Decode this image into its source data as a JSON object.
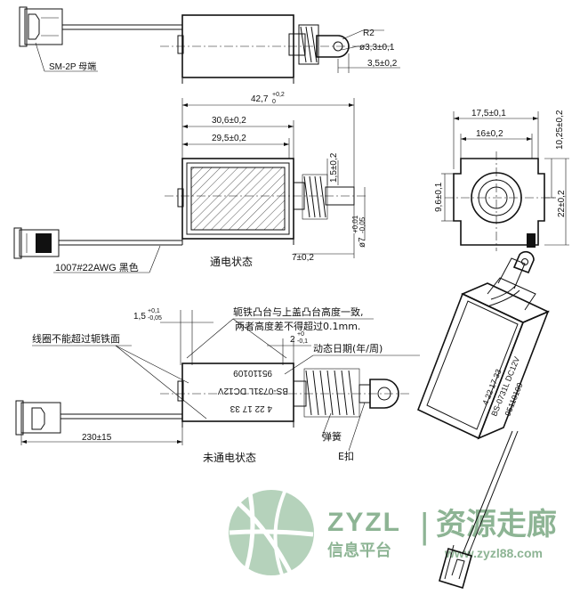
{
  "top_view": {
    "connector_label": "SM-2P 母端",
    "radius_label": "R2",
    "hole_label": "ø3,3±0,1",
    "hole_offset_label": "3,5±0,2"
  },
  "front_view": {
    "dim_overall_label": "42,7",
    "dim_overall_tol_label": "+0,2",
    "dim_overall_tol_lower_label": "0",
    "dim_frame_label": "30,6±0,2",
    "dim_coil_label": "29,5±0,2",
    "dim_stroke_label": "1,5±0,2",
    "dim_plunger_dia_label": "ø7",
    "dim_plunger_tol_upper_label": "+0,01",
    "dim_plunger_tol_lower_label": "-0,05",
    "dim_tail_label": "7±0,2",
    "wire_label": "1007#22AWG 黑色",
    "caption": "通电状态"
  },
  "side_view": {
    "dim_width_label": "17,5±0,1",
    "dim_inner_label": "16±0,2",
    "dim_height_label": "10,25±0,2",
    "dim_total_label": "22±0,2",
    "dim_hole_label": "9,6±0,1"
  },
  "bottom_view": {
    "dim_gap_label": "1,5",
    "dim_gap_upper_label": "+0,1",
    "dim_gap_lower_label": "-0,05",
    "dim_small_label": "2",
    "dim_small_upper_label": "+0",
    "dim_small_lower_label": "-0,1",
    "note_line1": "轭铁凸台与上盖凸台高度一致,",
    "note_line2": "两者高度差不得超过0.1mm.",
    "coil_note": "线圈不能超过轭铁面",
    "date_note": "动态日期(年/周)",
    "print_line1": "4 22  17  33",
    "print_line2": "BS-0731L DC12V",
    "print_line3": "95110109",
    "spring_label": "弹簧",
    "eclip_label": "E扣",
    "lead_length_label": "230±15",
    "caption": "未通电状态"
  },
  "iso_view": {
    "print_line1": "4 22 17 33",
    "print_line2": "BS-0731L DC12V",
    "print_line3": "95110109"
  },
  "watermark": {
    "brand": "ZYZL",
    "separator": "|",
    "title": "资源走廊",
    "subtitle": "信息平台",
    "url": "www.zyzl88.com",
    "color": "#7aa882"
  }
}
